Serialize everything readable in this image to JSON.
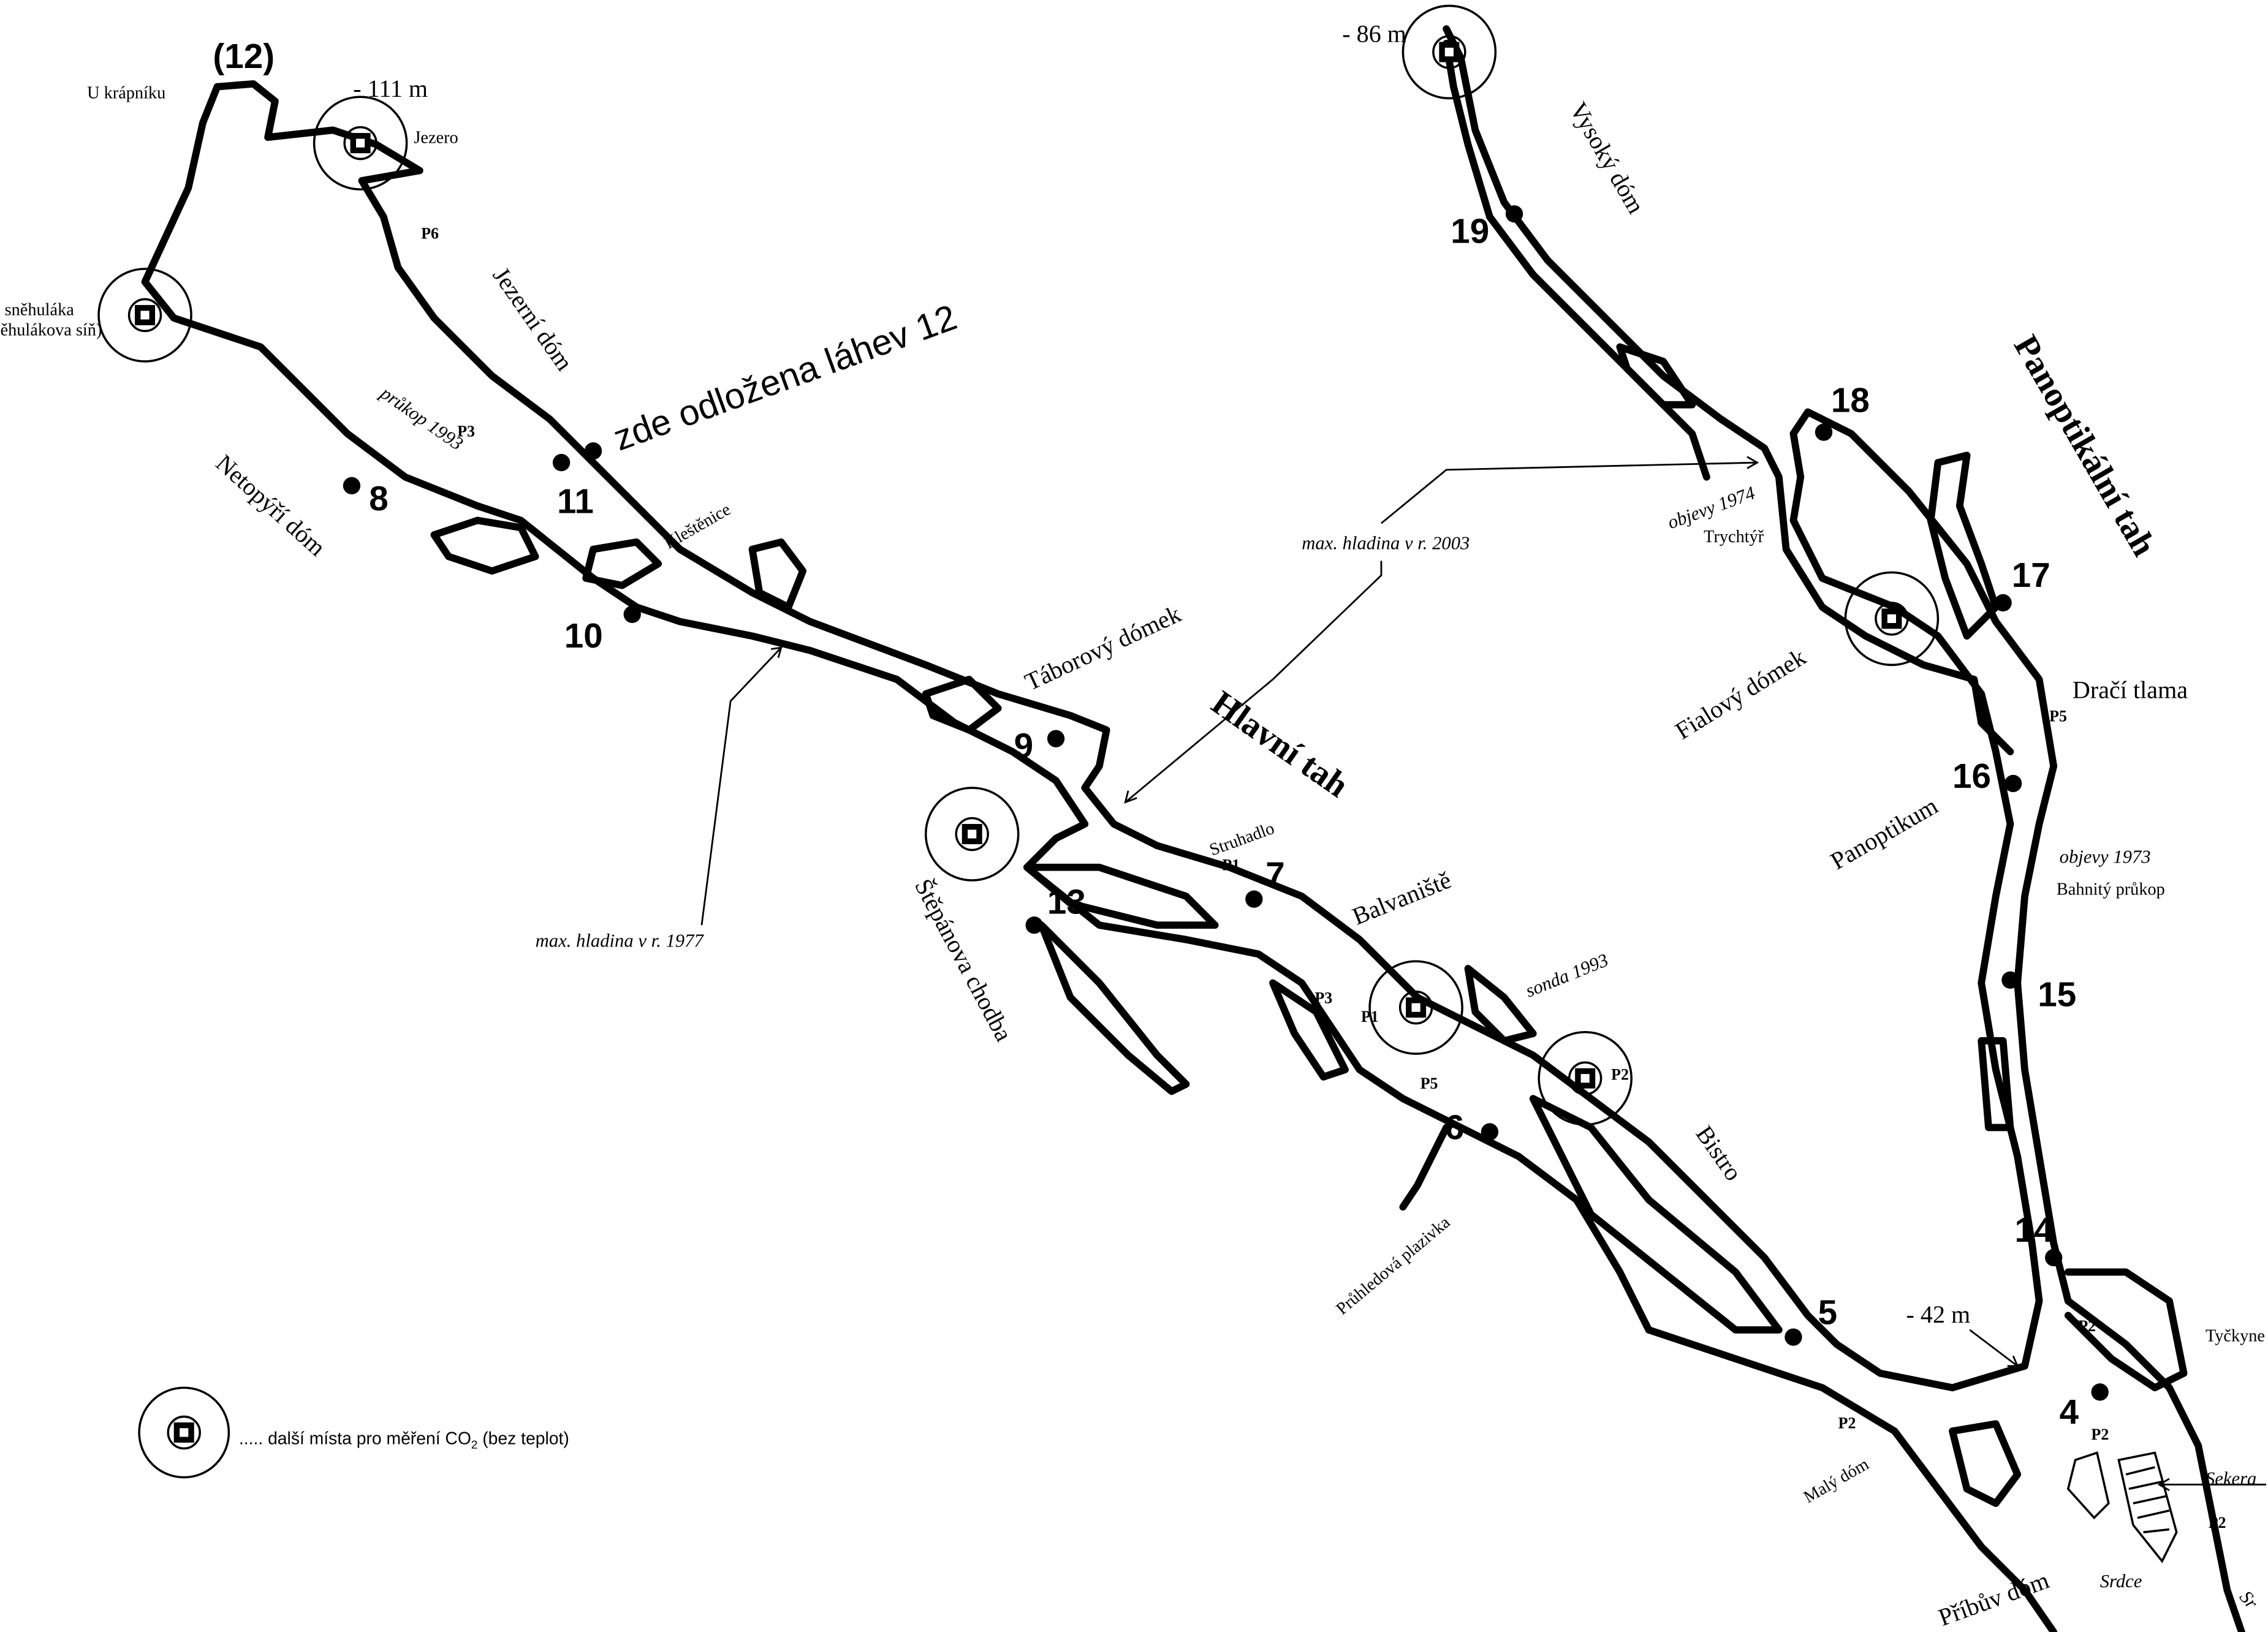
{
  "map": {
    "stations": [
      "(12)",
      "8",
      "11",
      "10",
      "9",
      "7",
      "13",
      "6",
      "5",
      "4",
      "14",
      "15",
      "16",
      "17",
      "18",
      "19"
    ],
    "depths": {
      "jezero": "- 111 m",
      "top": "- 86 m",
      "bottom": "- 42 m"
    },
    "places": {
      "u_krapniku": "U krápníku",
      "jezero": "Jezero",
      "snehulaka": "sněhuláka",
      "snehulakova_sin": "ěhulákova síň)",
      "jezerni_dom": "Jezerní dóm",
      "netopyri_dom": "Netopýří dóm",
      "klestenice": "Kleštěnice",
      "taborovy_domek": "Táborový dómek",
      "struhadlo": "Struhadlo",
      "balvaniste": "Balvaniště",
      "stepanova_chodba": "Štěpánova chodba",
      "bistro": "Bistro",
      "pruhledova_plazivka": "Průhledová plazivka",
      "vysoky_dom": "Vysoký dóm",
      "trychtyr": "Trychtýř",
      "fialovy_domek": "Fialový dómek",
      "draci_tlama": "Dračí tlama",
      "panoptikum": "Panoptikum",
      "bahnity_prukop": "Bahnitý průkop",
      "tyckyne": "Tyčkyne",
      "maly_dom": "Malý dóm",
      "pribuv_dom": "Příbův dóm",
      "srdce": "Srdce",
      "sr": "Sr",
      "sekera": "Sekera"
    },
    "main_labels": {
      "hlavni_tah": "Hlavní tah",
      "panopticky_tah": "Panoptikální tah",
      "bottle_note": "zde odložena láhev 12"
    },
    "italic_notes": {
      "prukop_1993": "průkop 1993",
      "hladina_1977": "max. hladina v r. 1977",
      "hladina_2003": "max. hladina v r. 2003",
      "sonda_1993": "sonda 1993",
      "objevy_1974": "objevy 1974",
      "objevy_1973": "objevy 1973"
    },
    "pitches": {
      "p6": "P6",
      "p3a": "P3",
      "p1a": "P1",
      "p3b": "P3",
      "p1b": "P1",
      "p5a": "P5",
      "p2a": "P2",
      "p5b": "P5",
      "p2b": "P2",
      "p2c": "P2",
      "p2d": "P2",
      "p2e": "P2"
    }
  },
  "legend": {
    "text": "..... další místa pro měření CO",
    "sub": "2",
    "tail": " (bez teplot)"
  }
}
